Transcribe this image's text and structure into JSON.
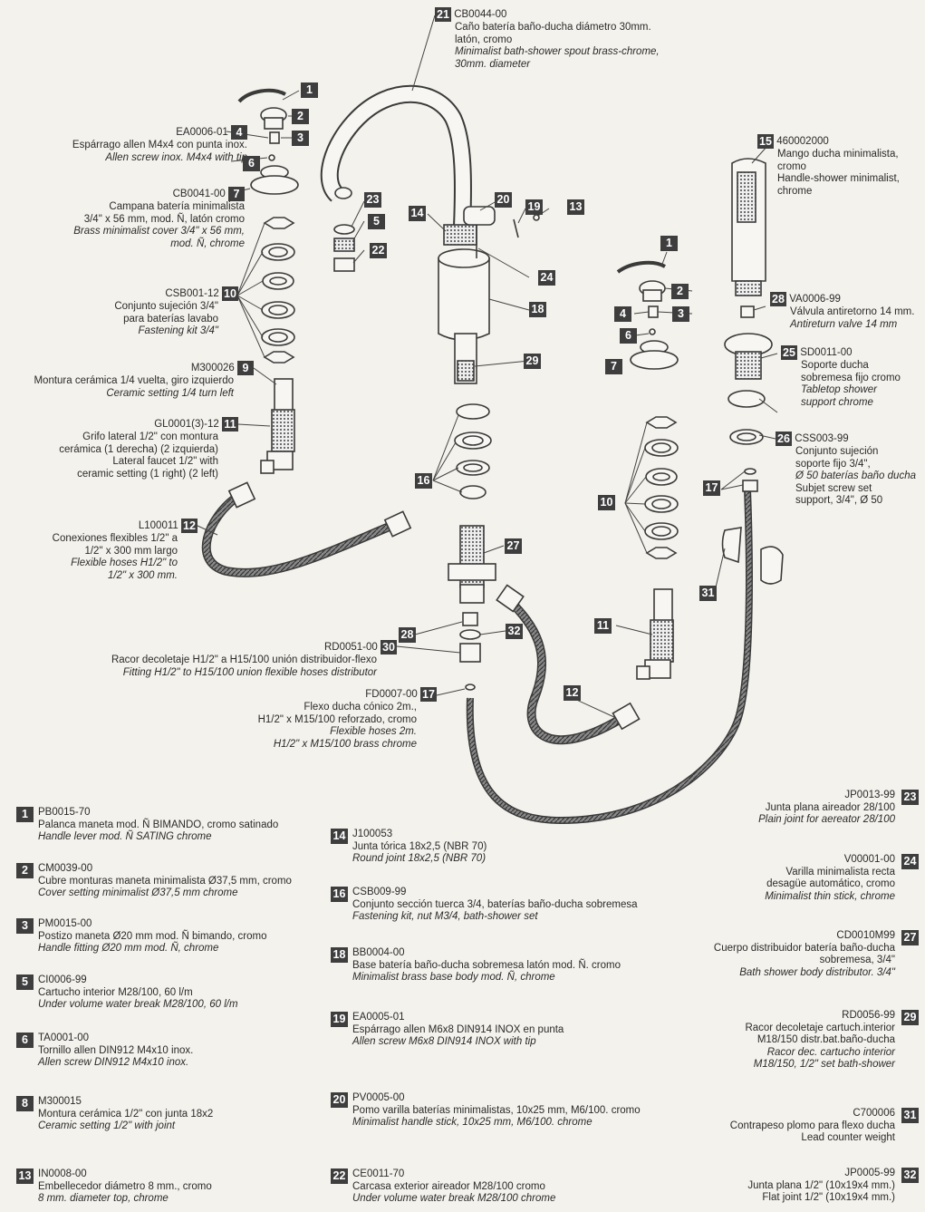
{
  "colors": {
    "badge": "#3e3e3e",
    "ink": "#2a2a2a",
    "paper": "#f4f2ec",
    "part": "#555555"
  },
  "callouts": {
    "c21": {
      "num": "21",
      "code": "CB0044-00",
      "es": [
        "Caño batería baño-ducha diámetro 30mm.",
        "latón, cromo"
      ],
      "en": [
        "Minimalist bath-shower spout brass-chrome,",
        "30mm. diameter"
      ]
    },
    "c1a": {
      "num": "1"
    },
    "c2a": {
      "num": "2"
    },
    "c4a": {
      "num": "4",
      "code": "EA0006-01",
      "es": [
        "Espárrago allen M4x4 con punta inox."
      ],
      "en": [
        "Allen screw inox. M4x4 with tip"
      ]
    },
    "c3a": {
      "num": "3"
    },
    "c6a": {
      "num": "6"
    },
    "c7a": {
      "num": "7",
      "code": "CB0041-00",
      "es": [
        "Campana batería minimalista",
        "3/4\" x 56 mm, mod. Ñ, latón cromo"
      ],
      "en": [
        "Brass minimalist cover 3/4\" x 56 mm,",
        "mod. Ñ, chrome"
      ]
    },
    "c10a": {
      "num": "10",
      "code": "CSB001-12",
      "es": [
        "Conjunto sujeción 3/4\"",
        "para baterías lavabo"
      ],
      "en": [
        "Fastening kit 3/4\""
      ]
    },
    "c9": {
      "num": "9",
      "code": "M300026",
      "es": [
        "Montura cerámica 1/4 vuelta,  giro izquierdo"
      ],
      "en": [
        "Ceramic setting 1/4 turn left"
      ]
    },
    "c11a": {
      "num": "11",
      "code": "GL0001(3)-12",
      "es": [
        "Grifo lateral 1/2\" con montura",
        "cerámica (1 derecha) (2 izquierda)",
        "Lateral faucet 1/2\" with",
        "ceramic setting (1 right) (2 left)"
      ],
      "en": []
    },
    "c12a": {
      "num": "12",
      "code": "L100011",
      "es": [
        "Conexiones flexibles 1/2\" a",
        "1/2\" x 300 mm largo"
      ],
      "en": [
        "Flexible hoses H1/2\" to",
        "1/2\" x 300 mm."
      ]
    },
    "c23": {
      "num": "23"
    },
    "c5": {
      "num": "5"
    },
    "c22": {
      "num": "22"
    },
    "c14": {
      "num": "14"
    },
    "c20": {
      "num": "20"
    },
    "c19": {
      "num": "19"
    },
    "c13": {
      "num": "13"
    },
    "c24": {
      "num": "24"
    },
    "c18": {
      "num": "18"
    },
    "c29": {
      "num": "29"
    },
    "c16": {
      "num": "16"
    },
    "c27": {
      "num": "27"
    },
    "c28a": {
      "num": "28"
    },
    "c32": {
      "num": "32"
    },
    "c30": {
      "num": "30",
      "code": "RD0051-00",
      "es": [
        "Racor decoletaje H1/2\" a H15/100 unión distribuidor-flexo"
      ],
      "en": [
        "Fitting H1/2\" to H15/100 union flexible hoses distributor"
      ]
    },
    "c17a": {
      "num": "17",
      "code": "FD0007-00",
      "es": [
        "Flexo ducha cónico 2m.,",
        "H1/2\" x M15/100 reforzado, cromo"
      ],
      "en": [
        "Flexible hoses 2m.",
        "H1/2\" x M15/100 brass chrome"
      ]
    },
    "c12b": {
      "num": "12"
    },
    "c1b": {
      "num": "1"
    },
    "c2b": {
      "num": "2"
    },
    "c4b": {
      "num": "4"
    },
    "c3b": {
      "num": "3"
    },
    "c6b": {
      "num": "6"
    },
    "c7b": {
      "num": "7"
    },
    "c10b": {
      "num": "10"
    },
    "c11b": {
      "num": "11"
    },
    "c15": {
      "num": "15",
      "code": "460002000",
      "es": [
        "Mango ducha minimalista,",
        "cromo",
        "Handle-shower minimalist,",
        "chrome"
      ],
      "en": []
    },
    "c28b": {
      "num": "28",
      "code": "VA0006-99",
      "es": [
        "Válvula antiretorno 14 mm."
      ],
      "en": [
        "Antireturn valve 14 mm"
      ]
    },
    "c25": {
      "num": "25",
      "code": "SD0011-00",
      "es": [
        "Soporte ducha",
        "sobremesa fijo cromo"
      ],
      "en": [
        "Tabletop shower",
        "support chrome"
      ]
    },
    "c26": {
      "num": "26",
      "code": "CSS003-99",
      "es": [
        "Conjunto sujeción",
        "soporte fijo 3/4\",",
        "Ø 50 baterías baño ducha",
        "Subjet screw set",
        "support, 3/4\", Ø 50"
      ],
      "en": []
    },
    "c17b": {
      "num": "17"
    },
    "c31": {
      "num": "31"
    }
  },
  "legend_left": [
    {
      "num": "1",
      "code": "PB0015-70",
      "es": "Palanca maneta mod. Ñ BIMANDO, cromo satinado",
      "en": "Handle lever mod. Ñ SATING chrome"
    },
    {
      "num": "2",
      "code": "CM0039-00",
      "es": "Cubre monturas maneta minimalista Ø37,5 mm, cromo",
      "en": "Cover setting minimalist Ø37,5 mm chrome"
    },
    {
      "num": "3",
      "code": "PM0015-00",
      "es": "Postizo maneta Ø20 mm mod. Ñ bimando, cromo",
      "en": "Handle fitting Ø20 mm mod. Ñ, chrome"
    },
    {
      "num": "5",
      "code": "CI0006-99",
      "es": "Cartucho interior M28/100, 60 l/m",
      "en": "Under volume water break M28/100, 60 l/m"
    },
    {
      "num": "6",
      "code": "TA0001-00",
      "es": "Tornillo allen DIN912 M4x10 inox.",
      "en": "Allen screw DIN912 M4x10 inox."
    },
    {
      "num": "8",
      "code": "M300015",
      "es": "Montura cerámica 1/2\" con junta 18x2",
      "en": "Ceramic setting 1/2\" with joint"
    },
    {
      "num": "13",
      "code": "IN0008-00",
      "es": "Embellecedor diámetro 8 mm., cromo",
      "en": "8 mm. diameter top, chrome"
    }
  ],
  "legend_mid": [
    {
      "num": "14",
      "code": "J100053",
      "es": "Junta tórica 18x2,5 (NBR 70)",
      "en": "Round joint 18x2,5 (NBR 70)"
    },
    {
      "num": "16",
      "code": "CSB009-99",
      "es": "Conjunto sección tuerca 3/4, baterías baño-ducha sobremesa",
      "en": "Fastening kit, nut M3/4, bath-shower set"
    },
    {
      "num": "18",
      "code": "BB0004-00",
      "es": "Base batería baño-ducha sobremesa latón mod. Ñ. cromo",
      "en": "Minimalist brass base body mod. Ñ, chrome"
    },
    {
      "num": "19",
      "code": "EA0005-01",
      "es": "Espárrago allen M6x8 DIN914 INOX en punta",
      "en": "Allen screw M6x8 DIN914 INOX with tip"
    },
    {
      "num": "20",
      "code": "PV0005-00",
      "es": "Pomo varilla baterías minimalistas, 10x25 mm, M6/100. cromo",
      "en": "Minimalist handle stick, 10x25 mm, M6/100. chrome"
    },
    {
      "num": "22",
      "code": "CE0011-70",
      "es": "Carcasa exterior aireador M28/100 cromo",
      "en": "Under volume water break M28/100 chrome"
    }
  ],
  "legend_right": [
    {
      "num": "23",
      "code": "JP0013-99",
      "es": [
        "Junta plana aireador 28/100"
      ],
      "en": [
        "Plain joint for aereator 28/100"
      ]
    },
    {
      "num": "24",
      "code": "V00001-00",
      "es": [
        "Varilla minimalista recta",
        "desagüe automático, cromo"
      ],
      "en": [
        "Minimalist thin stick, chrome"
      ]
    },
    {
      "num": "27",
      "code": "CD0010M99",
      "es": [
        "Cuerpo distribuidor batería baño-ducha",
        "sobremesa, 3/4\""
      ],
      "en": [
        "Bath shower body distributor. 3/4\""
      ]
    },
    {
      "num": "29",
      "code": "RD0056-99",
      "es": [
        "Racor decoletaje cartuch.interior",
        "M18/150 distr.bat.baño-ducha"
      ],
      "en": [
        "Racor dec. cartucho interior",
        "M18/150, 1/2\" set bath-shower"
      ]
    },
    {
      "num": "31",
      "code": "C700006",
      "es": [
        "Contrapeso plomo para flexo ducha",
        "Lead counter weight"
      ],
      "en": []
    },
    {
      "num": "32",
      "code": "JP0005-99",
      "es": [
        "Junta plana 1/2\" (10x19x4 mm.)",
        "Flat joint 1/2\" (10x19x4 mm.)"
      ],
      "en": []
    }
  ]
}
